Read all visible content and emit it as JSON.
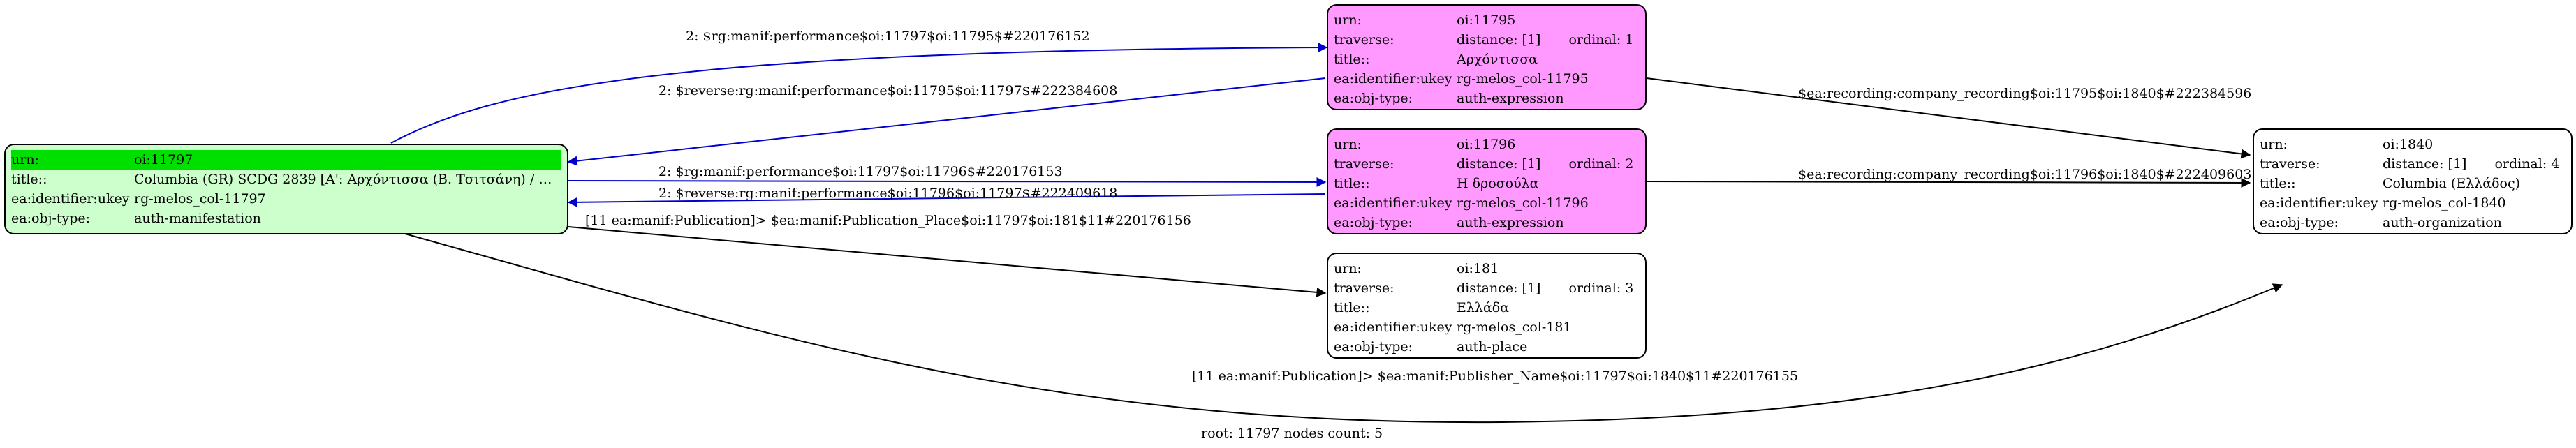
{
  "diagram": {
    "footer": "root: 11797 nodes count: 5",
    "colors": {
      "root_fill": "#ccffcc",
      "expression_fill": "#ff99ff",
      "plain_fill": "#ffffff",
      "highlight": "#00e000",
      "edge_blue": "#0000cc",
      "edge_black": "#000000"
    },
    "keys": {
      "urn": "urn:",
      "traverse": "traverse:",
      "title": "title::",
      "ukey": "ea:identifier:ukey",
      "objtype": "ea:obj-type:"
    },
    "nodes": {
      "root": {
        "urn": "oi:11797",
        "title": "Columbia (GR) SCDG 2839 [Α': Αρχόντισσα (Β. Τσιτσάνη) / Α....",
        "ukey": "rg-melos_col-11797",
        "objtype": "auth-manifestation"
      },
      "n11795": {
        "urn": "oi:11795",
        "traverse": "distance: [1]",
        "ordinal": "ordinal: 1",
        "title": "Αρχόντισσα",
        "ukey": "rg-melos_col-11795",
        "objtype": "auth-expression"
      },
      "n11796": {
        "urn": "oi:11796",
        "traverse": "distance: [1]",
        "ordinal": "ordinal: 2",
        "title": "Η δροσούλα",
        "ukey": "rg-melos_col-11796",
        "objtype": "auth-expression"
      },
      "n181": {
        "urn": "oi:181",
        "traverse": "distance: [1]",
        "ordinal": "ordinal: 3",
        "title": "Ελλάδα",
        "ukey": "rg-melos_col-181",
        "objtype": "auth-place"
      },
      "n1840": {
        "urn": "oi:1840",
        "traverse": "distance: [1]",
        "ordinal": "ordinal: 4",
        "title": "Columbia (Ελλάδος)",
        "ukey": "rg-melos_col-1840",
        "objtype": "auth-organization"
      }
    },
    "edges": {
      "e1": "2: $rg:manif:performance$oi:11797$oi:11795$#220176152",
      "e2": "2: $reverse:rg:manif:performance$oi:11795$oi:11797$#222384608",
      "e3": "2: $rg:manif:performance$oi:11797$oi:11796$#220176153",
      "e4": "2: $reverse:rg:manif:performance$oi:11796$oi:11797$#222409618",
      "e5": "[11 ea:manif:Publication]> $ea:manif:Publication_Place$oi:11797$oi:181$11#220176156",
      "e6": "$ea:recording:company_recording$oi:11795$oi:1840$#222384596",
      "e7": "$ea:recording:company_recording$oi:11796$oi:1840$#222409603",
      "e8": "[11 ea:manif:Publication]> $ea:manif:Publisher_Name$oi:11797$oi:1840$11#220176155"
    }
  }
}
